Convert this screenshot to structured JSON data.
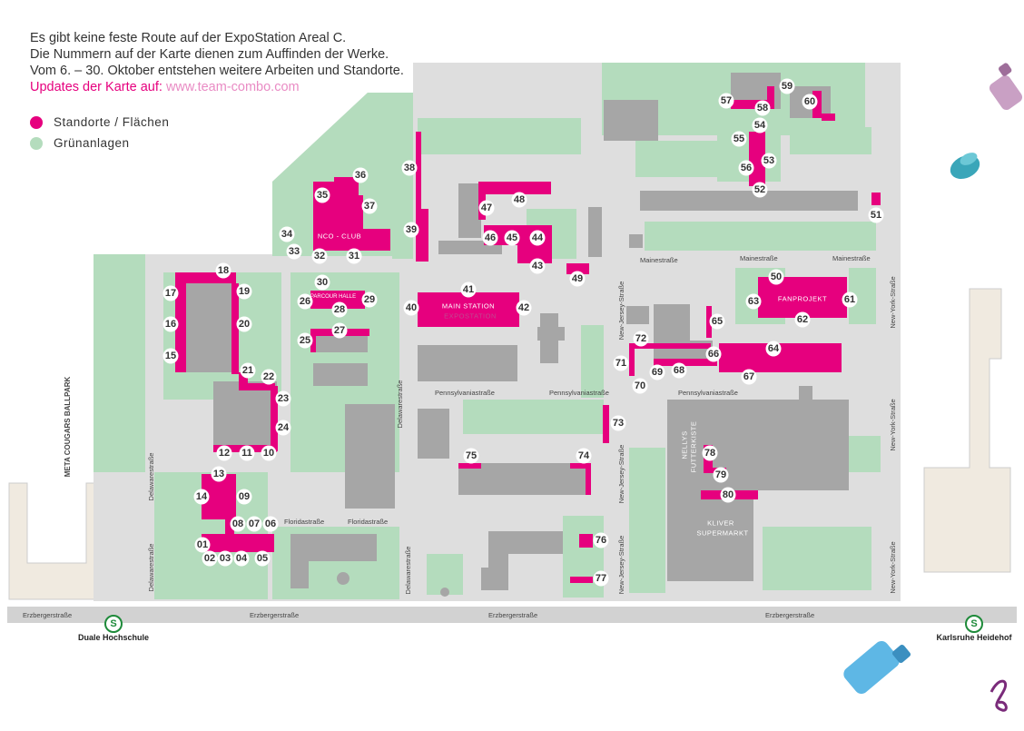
{
  "intro": {
    "line1": "Es gibt keine feste Route auf der ExpoStation Areal C.",
    "line2": "Die Nummern auf der Karte dienen zum Auffinden der Werke.",
    "line3": "Vom 6. – 30. Oktober entstehen weitere Arbeiten und Standorte.",
    "updates_label": "Updates der Karte auf:",
    "updates_url": "www.team-combo.com"
  },
  "legend": {
    "sites": "Standorte / Flächen",
    "green": "Grünanlagen"
  },
  "colors": {
    "site": "#e6007e",
    "green": "#b4dcbd",
    "building": "#a6a6a6",
    "ground": "#dedede",
    "road": "#d0d0d0"
  },
  "buildings": {
    "nco": "NCO - CLUB",
    "parcour": "PARCOUR HALLE",
    "main1": "MAIN STATION",
    "main2": "EXPOSTATION",
    "fan": "FANPROJEKT",
    "nellys1": "NELLYS",
    "nellys2": "FUTTERKISTE",
    "kliver1": "KLIVER",
    "kliver2": "SUPERMARKT",
    "ballpark": "META COUGARS BALLPARK"
  },
  "streets": {
    "mainestrasse": "Mainestraße",
    "pennsylvania": "Pennsylvaniastraße",
    "delaware": "Delawarestraße",
    "newjersey": "New-Jersey-Straße",
    "newyork": "New-York-Straße",
    "florida": "Floridastraße",
    "erzberger": "Erzbergerstraße"
  },
  "stations": {
    "left": "Duale Hochschule",
    "right": "Karlsruhe Heidehof",
    "symbol": "S"
  },
  "numbers": [
    "01",
    "02",
    "03",
    "04",
    "05",
    "06",
    "07",
    "08",
    "09",
    "10",
    "11",
    "12",
    "13",
    "14",
    "15",
    "16",
    "17",
    "18",
    "19",
    "20",
    "21",
    "22",
    "23",
    "24",
    "25",
    "26",
    "27",
    "28",
    "29",
    "30",
    "31",
    "32",
    "33",
    "34",
    "35",
    "36",
    "37",
    "38",
    "39",
    "40",
    "41",
    "42",
    "43",
    "44",
    "45",
    "46",
    "47",
    "48",
    "49",
    "50",
    "51",
    "52",
    "53",
    "54",
    "55",
    "56",
    "57",
    "58",
    "59",
    "60",
    "61",
    "62",
    "63",
    "64",
    "65",
    "66",
    "67",
    "68",
    "69",
    "70",
    "71",
    "72",
    "73",
    "74",
    "75",
    "76",
    "77",
    "78",
    "79",
    "80"
  ]
}
